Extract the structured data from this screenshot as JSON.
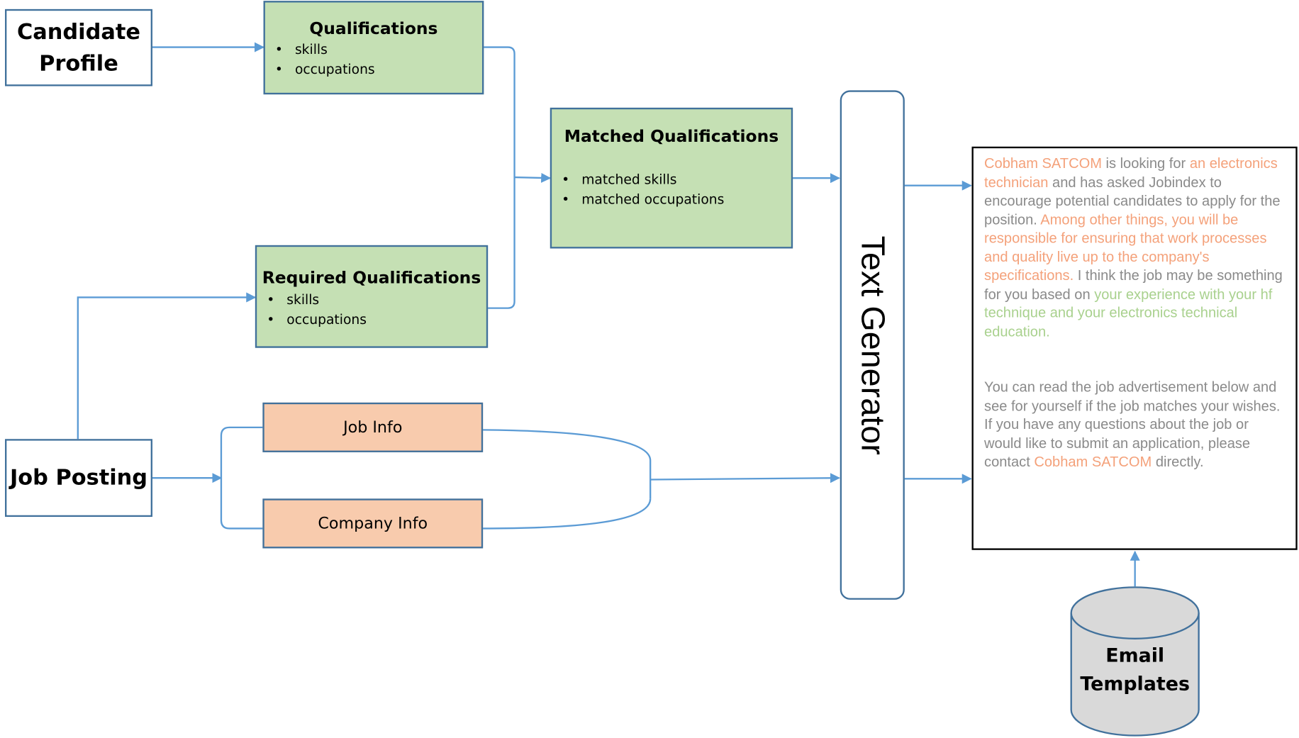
{
  "candidate_profile": {
    "label": "Candidate Profile"
  },
  "job_posting": {
    "label": "Job Posting"
  },
  "qualifications": {
    "title": "Qualifications",
    "items": [
      "skills",
      "occupations"
    ]
  },
  "required_qualifications": {
    "title": "Required Qualifications",
    "items": [
      "skills",
      "occupations"
    ]
  },
  "matched_qualifications": {
    "title": "Matched Qualifications",
    "items": [
      "matched skills",
      "matched occupations"
    ]
  },
  "job_info": {
    "label": "Job Info"
  },
  "company_info": {
    "label": "Company Info"
  },
  "text_generator": {
    "label": "Text Generator"
  },
  "email_templates": {
    "label": "Email Templates"
  },
  "email": {
    "p1": {
      "company": "Cobham SATCOM",
      "t1": " is looking for ",
      "position": "an electronics technician",
      "t2": " and has asked Jobindex to encourage potential candidates to apply for the position. ",
      "responsibilities": "Among other things, you will be responsible for ensuring that work processes and quality live up to the company's specifications.",
      "t3": " I think the job may be something for you based on ",
      "experience": "your experience with your hf technique and your electronics technical education."
    },
    "p2": {
      "t1": "You can read the job advertisement below and see for yourself if the job matches your wishes. If you have any questions about the job or would like to submit an application, please contact ",
      "company": "Cobham SATCOM",
      "t2": " directly."
    }
  },
  "colors": {
    "box_border": "#41719c",
    "connector": "#5b9bd5",
    "green_fill": "#c5e0b4",
    "peach_fill": "#f8cbad",
    "email_text": "#8a8a8a",
    "highlight_orange": "#f4a17a",
    "highlight_green": "#a9d18e",
    "database_fill": "#d9d9d9"
  }
}
